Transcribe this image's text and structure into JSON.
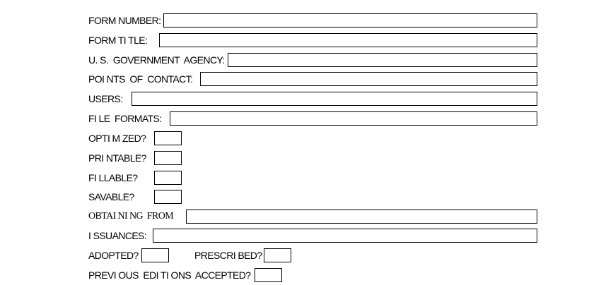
{
  "form": {
    "form_number_label": "FORM NUMBER:",
    "form_title_label": "FORM TI TLE:",
    "agency_label": "U. S.  GOVERNMENT  AGENCY:",
    "contacts_label": "POI NTS  OF  CONTACT:",
    "users_label": "USERS:",
    "file_formats_label": "FI LE  FORMATS:",
    "optimized_label": "OPTI M ZED?",
    "printable_label": "PRI NTABLE?",
    "fillable_label": "FI LLABLE?",
    "savable_label": "SAVABLE?",
    "obtaining_label": "OBTAI NI NG  FROM",
    "issuances_label": "I SSUANCES:",
    "adopted_label": "ADOPTED?",
    "prescribed_label": "PRESCRI BED?",
    "previous_label": "PREVI OUS  EDI TI ONS  ACCEPTED?"
  }
}
